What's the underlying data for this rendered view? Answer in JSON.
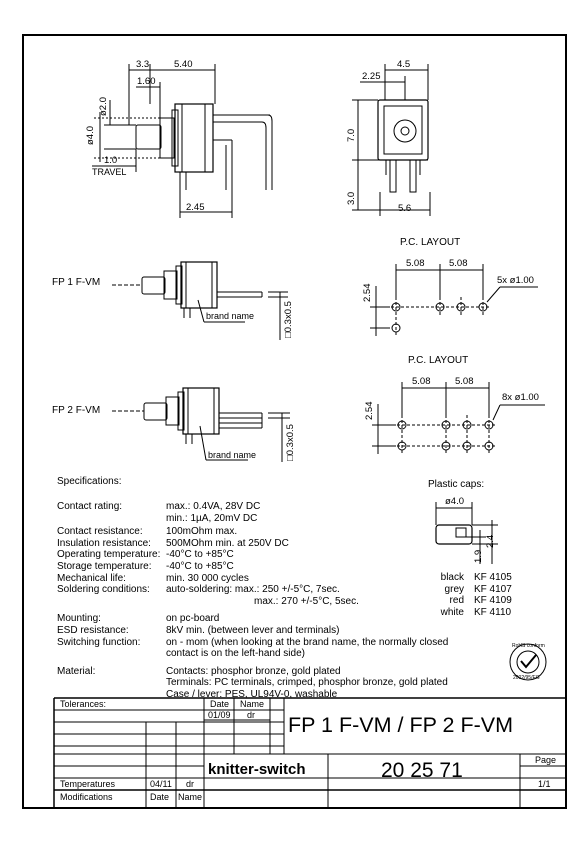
{
  "drawing": {
    "side_dims": {
      "d1": "3.3",
      "d2": "5.40",
      "d3": "1.60",
      "d4": "ø2.0",
      "d5": "ø4.0",
      "d6": "1.0",
      "travel": "TRAVEL",
      "d7": "2.45"
    },
    "front_dims": {
      "d1": "4.5",
      "d2": "2.25",
      "d3": "7.0",
      "d4": "3.0",
      "d5": "5.6"
    },
    "pc_layout_1": {
      "title": "P.C. LAYOUT",
      "pitch1": "5.08",
      "pitch2": "5.08",
      "holes": "5x ø1.00",
      "vert": "2.54"
    },
    "pc_layout_2": {
      "title": "P.C. LAYOUT",
      "pitch1": "5.08",
      "pitch2": "5.08",
      "holes": "8x ø1.00",
      "vert": "2.54"
    },
    "model1": {
      "label": "FP 1 F-VM",
      "brand": "brand name",
      "pin": "□0.3x0.5"
    },
    "model2": {
      "label": "FP 2 F-VM",
      "brand": "brand name",
      "pin": "□0.3x0.5"
    }
  },
  "specs": {
    "heading": "Specifications:",
    "rows": [
      {
        "label": "Contact rating:",
        "value": "max.: 0.4VA, 28V DC"
      },
      {
        "label": "",
        "value": "min.: 1µA, 20mV DC"
      },
      {
        "label": "Contact resistance:",
        "value": "100mOhm max."
      },
      {
        "label": "Insulation resistance:",
        "value": "500MOhm min. at 250V DC"
      },
      {
        "label": "Operating temperature:",
        "value": "-40°C to +85°C"
      },
      {
        "label": "Storage temperature:",
        "value": "-40°C to +85°C"
      },
      {
        "label": "Mechanical life:",
        "value": "min. 30 000 cycles"
      },
      {
        "label": "Soldering conditions:",
        "value": "auto-soldering: max.: 250 +/-5°C, 7sec."
      },
      {
        "label": "",
        "value": "max.: 270 +/-5°C, 5sec."
      },
      {
        "label": "Mounting:",
        "value": "on pc-board"
      },
      {
        "label": "ESD resistance:",
        "value": "8kV min. (between lever and terminals)"
      },
      {
        "label": "Switching function:",
        "value": "on - mom (when looking at the brand name, the normally closed"
      },
      {
        "label": "",
        "value": "contact is on the left-hand side)"
      },
      {
        "label": "Material:",
        "value": "Contacts: phosphor bronze, gold plated"
      },
      {
        "label": "",
        "value": "Terminals: PC terminals, crimped, phosphor bronze, gold plated"
      },
      {
        "label": "",
        "value": "Case / lever: PES, UL94V-0, washable"
      }
    ]
  },
  "caps": {
    "heading": "Plastic caps:",
    "dia": "ø4.0",
    "h1": "1.9",
    "h2": "2.4",
    "items": [
      {
        "color": "black",
        "code": "KF 4105"
      },
      {
        "color": "grey",
        "code": "KF 4107"
      },
      {
        "color": "red",
        "code": "KF 4109"
      },
      {
        "color": "white",
        "code": "KF 4110"
      }
    ]
  },
  "stamp": {
    "text": "RoHS conform",
    "year": "2002/95/EG"
  },
  "titleblock": {
    "tolerances": "Tolerances:",
    "date_h": "Date",
    "name_h": "Name",
    "date_v": "01/09",
    "name_v": "dr",
    "title": "FP 1 F-VM / FP 2 F-VM",
    "company": "knitter-switch",
    "number": "20 25 71",
    "page_h": "Page",
    "page_v": "1/1",
    "temperatures": "Temperatures",
    "temp_date": "04/11",
    "temp_name": "dr",
    "modifications": "Modifications",
    "mod_date": "Date",
    "mod_name": "Name"
  }
}
